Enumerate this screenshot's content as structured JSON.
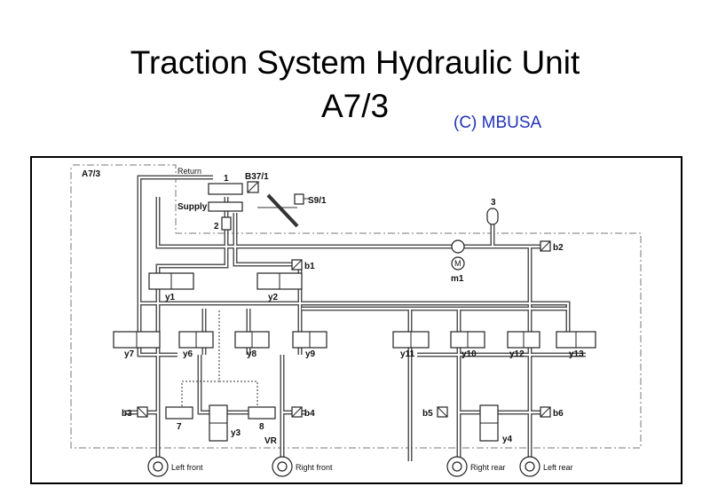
{
  "title": {
    "line1": "Traction System Hydraulic Unit",
    "line2": "A7/3",
    "copyright": "(C) MBUSA"
  },
  "diagram": {
    "unit_label": "A7/3",
    "labels": {
      "return": "Return",
      "supply": "Supply",
      "c1": "1",
      "c2": "2",
      "c3": "3",
      "b37": "B37/1",
      "s9": "S9/1",
      "b1": "b1",
      "b2": "b2",
      "m1": "m1",
      "motor": "M",
      "b3": "b3",
      "b4": "b4",
      "b5": "b5",
      "b6": "b6",
      "c7": "7",
      "c8": "8",
      "vr": "VR",
      "y3": "y3",
      "y4": "y4"
    },
    "valves_top": [
      "y1",
      "y2"
    ],
    "valves_row": [
      "y7",
      "y6",
      "y8",
      "y9",
      "y11",
      "y10",
      "y12",
      "y13"
    ],
    "wheels": [
      "Left front",
      "Right front",
      "Right rear",
      "Left rear"
    ]
  }
}
